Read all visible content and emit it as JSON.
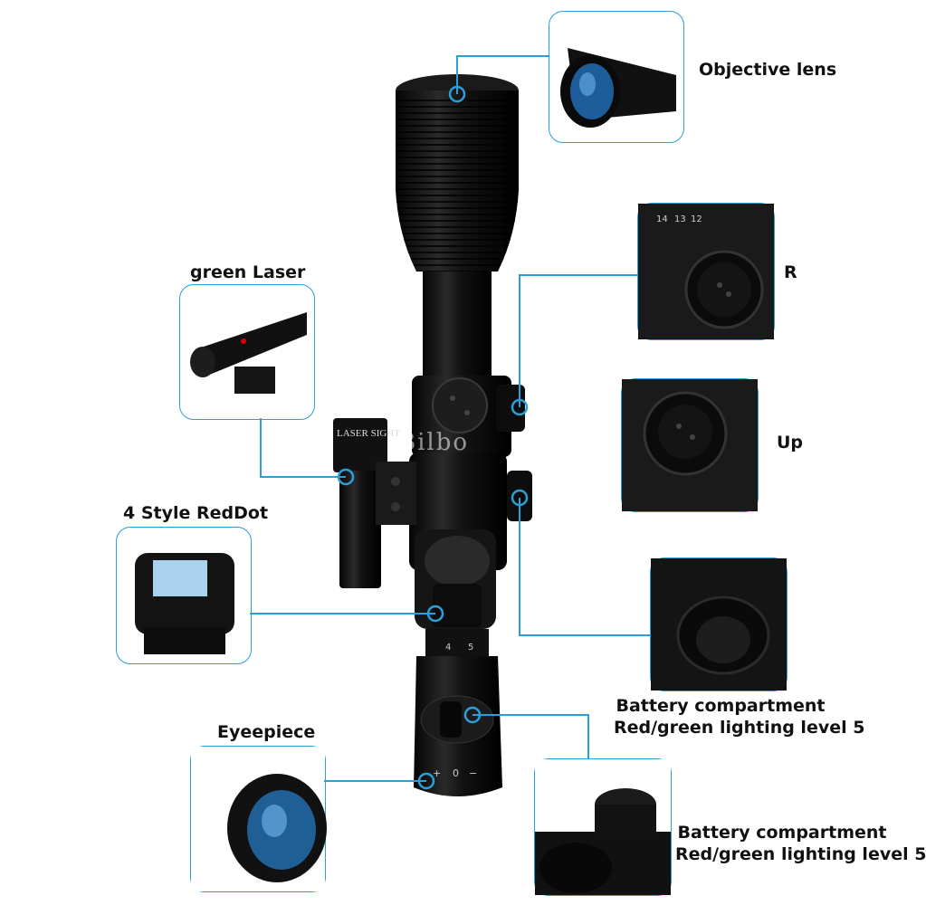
{
  "labels": {
    "objective_lens": "Objective lens",
    "r": "R",
    "up": "Up",
    "green_laser": "green Laser",
    "reddot": "4 Style RedDot",
    "eyepiece": "Eyeepiece",
    "battery1_line1": "Battery compartment",
    "battery1_line2": "Red/green lighting level 5",
    "battery2_line1": "Battery compartment",
    "battery2_line2": "Red/green lighting level 5"
  },
  "watermark": "Bilbo",
  "scope_markings": {
    "laser_sight": "LASER SIGHT",
    "mag_4": "4",
    "mag_5": "5",
    "illum_plus": "+",
    "illum_0": "0",
    "illum_minus": "−",
    "turret_numbers": [
      "14",
      "13",
      "12"
    ]
  },
  "colors": {
    "accent": "#2a9fd8",
    "scope": "#111111"
  }
}
